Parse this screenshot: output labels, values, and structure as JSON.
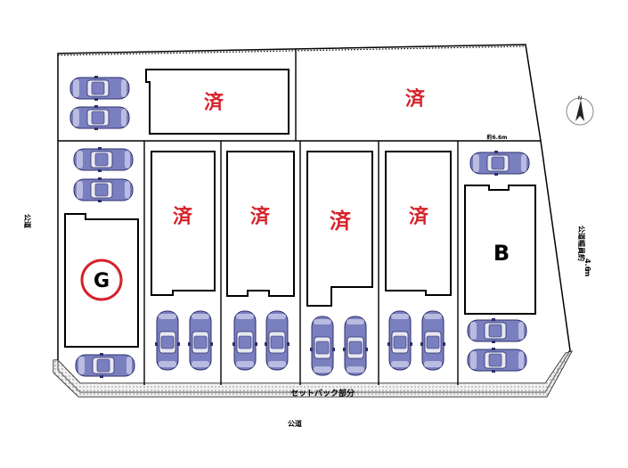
{
  "lots": {
    "sold_label": "済",
    "b_label": "B",
    "g_label": "G"
  },
  "roads": {
    "left": "公道",
    "bottom": "公道",
    "right_line1": "公道幅員約",
    "right_line2": "4.6",
    "right_line3": "m",
    "setback": "セットバック部分"
  },
  "measure": "約6.6m",
  "compass": {
    "north": "N"
  },
  "colors": {
    "sold_text": "#d6222a",
    "car_body": "#7a7fc0",
    "setback_fill": "#e3e3e3"
  }
}
